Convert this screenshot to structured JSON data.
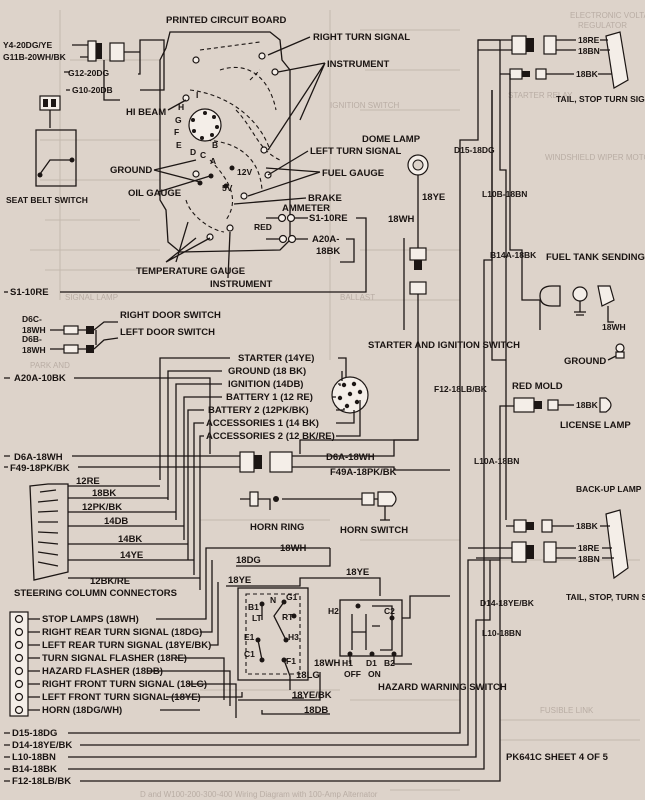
{
  "diagram": {
    "sheet_id": "PK641C SHEET 4 OF 5",
    "footer_caption": "D and W100-200-300-400 Wiring Diagram with 100-Amp Alternator",
    "ghost_labels": [
      "ELECTRONIC VOLTAGE",
      "REGULATOR",
      "IGNITION SWITCH",
      "STARTER RELAY",
      "WINDSHIELD WIPER MOTOR",
      "SIGNAL LAMP",
      "FUSIBLE LINK",
      "BALLAST",
      "PARK AND"
    ],
    "seat_belt": {
      "wires": [
        "Y4-20DG/YE",
        "G11B-20WH/BK",
        "G12-20DG",
        "G10-20DB"
      ],
      "switch_label": "SEAT BELT SWITCH"
    },
    "circuit_board": {
      "title": "PRINTED CIRCUIT BOARD",
      "right_labels": [
        "RIGHT TURN SIGNAL",
        "INSTRUMENT",
        "LEFT TURN SIGNAL",
        "FUEL GAUGE",
        "BRAKE"
      ],
      "left_labels": [
        "HI BEAM",
        "GROUND",
        "OIL GAUGE",
        "TEMPERATURE GAUGE"
      ],
      "bottom_label": "INSTRUMENT",
      "pins": [
        "H",
        "I",
        "G",
        "F",
        "E",
        "D",
        "C",
        "B",
        "A"
      ],
      "voltage_labels": [
        "12V",
        "5V"
      ]
    },
    "ammeter": {
      "label": "AMMETER",
      "red_label": "RED",
      "wire_top": "S1-10RE",
      "wire_bottom_1": "A20A-",
      "wire_bottom_2": "18BK"
    },
    "dome_lamp": {
      "label": "DOME LAMP",
      "wire": "18YE",
      "wire_wh": "18WH"
    },
    "left_wires": {
      "s1": "S1-10RE",
      "d6c_1": "D6C-",
      "d6c_2": "18WH",
      "d6b_1": "D6B-",
      "d6b_2": "18WH",
      "a20a": "A20A-10BK",
      "d6a": "D6A-18WH",
      "f49": "F49-18PK/BK"
    },
    "door_switches": {
      "right": "RIGHT DOOR SWITCH",
      "left": "LEFT DOOR SWITCH"
    },
    "ignition": {
      "title": "STARTER AND IGNITION SWITCH",
      "items": [
        "STARTER (14YE)",
        "GROUND (18 BK)",
        "IGNITION (14DB)",
        "BATTERY 1 (12 RE)",
        "BATTERY 2 (12PK/BK)",
        "ACCESSORIES 1 (14 BK)",
        "ACCESSORIES 2 (12 BK/RE)"
      ]
    },
    "connector_wires": {
      "d6a_right": "D6A-18WH",
      "f49a_right": "F49A-18PK/BK"
    },
    "column_wires": [
      "12RE",
      "18BK",
      "12PK/BK",
      "14DB",
      "14BK",
      "14YE",
      "12BK/RE"
    ],
    "horn": {
      "ring": "HORN RING",
      "switch": "HORN SWITCH"
    },
    "steering_column": {
      "title": "STEERING COLUMN CONNECTORS",
      "items": [
        "STOP LAMPS (18WH)",
        "RIGHT REAR TURN SIGNAL (18DG)",
        "LEFT REAR TURN SIGNAL (18YE/BK)",
        "TURN SIGNAL FLASHER (18RE)",
        "HAZARD FLASHER (18DB)",
        "RIGHT FRONT TURN SIGNAL (18LG)",
        "LEFT FRONT TURN SIGNAL (18YE)",
        "HORN (18DG/WH)"
      ]
    },
    "turn_switch": {
      "wires": [
        "18WH",
        "18DG",
        "18YE",
        "18YE",
        "18LG",
        "18DB",
        "18YE/BK"
      ],
      "terminals": [
        "B1",
        "N",
        "G1",
        "LT",
        "RT",
        "E1",
        "H3",
        "C1",
        "F1"
      ]
    },
    "hazard": {
      "label": "HAZARD WARNING SWITCH",
      "terminals": [
        "H2",
        "C2",
        "H1",
        "D1",
        "B2"
      ],
      "states": [
        "OFF",
        "ON"
      ],
      "wire": "18WH"
    },
    "bottom_wires": [
      "D15-18DG",
      "D14-18YE/BK",
      "L10-18BN",
      "B14-18BK",
      "F12-18LB/BK"
    ],
    "right_side": {
      "lamp_top_wires": [
        "18RE",
        "18BN",
        "18BK"
      ],
      "lamp_top_label": "TAIL, STOP TURN SIGNAL AND SIDE MARKER LAMP BACK-UP LAMP",
      "vertical_labels": [
        "D15-18DG",
        "L10B-18BN",
        "B14A-18BK",
        "F12-18LB/BK",
        "L10A-18BN",
        "D14-18YE/BK",
        "L10-18BN"
      ],
      "fuel_tank": "FUEL TANK SENDING UNIT",
      "fuel_wire": "18WH",
      "ground": "GROUND",
      "red_mold": "RED MOLD",
      "license_wire": "18BK",
      "license_lamp": "LICENSE LAMP",
      "backup_lamp": "BACK-UP LAMP",
      "lamp_bottom_wires": [
        "18BK",
        "18RE",
        "18BN"
      ],
      "lamp_bottom_label": "TAIL, STOP, TURN SIGNAL AND SIDE MARKER LAMP"
    }
  }
}
